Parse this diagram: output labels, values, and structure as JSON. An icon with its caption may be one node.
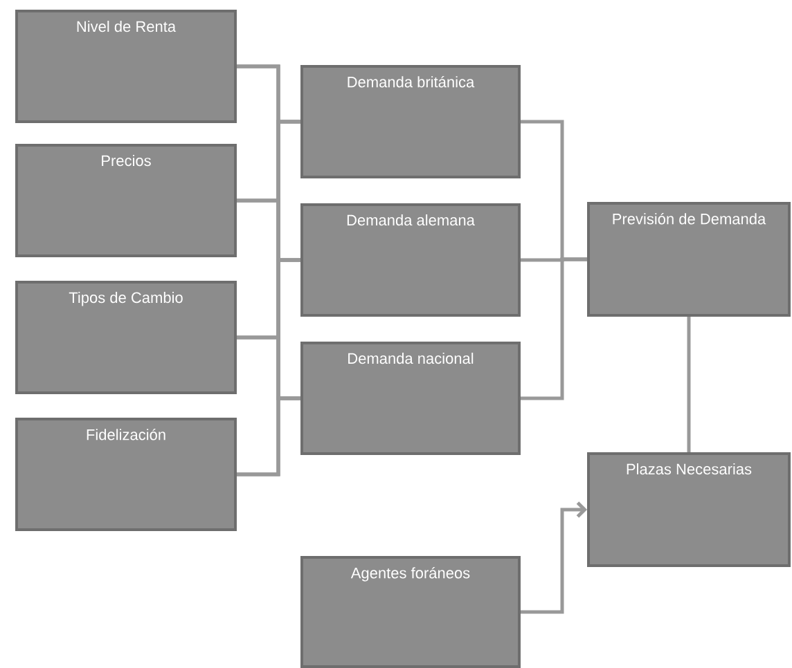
{
  "diagram": {
    "nodes": [
      {
        "text": [
          "Nivel de Renta"
        ]
      },
      {
        "text": [
          "Precios"
        ]
      },
      {
        "text": [
          "Tipos de Cambio"
        ]
      },
      {
        "text": [
          "Fidelización"
        ]
      },
      {
        "text": [
          "Demanda británica"
        ]
      },
      {
        "text": [
          "Demanda alemana"
        ]
      },
      {
        "text": [
          "Demanda nacional"
        ]
      },
      {
        "text": [
          "Previsión de Demanda"
        ]
      },
      {
        "text": [
          "Plazas Necesarias"
        ]
      },
      {
        "text": [
          "Agentes foráneos"
        ]
      }
    ],
    "edges": [
      {
        "from": 0,
        "to": 4,
        "arrow": "none"
      },
      {
        "from": 0,
        "to": 5,
        "arrow": "none"
      },
      {
        "from": 0,
        "to": 6,
        "arrow": "none"
      },
      {
        "from": 1,
        "to": 4,
        "arrow": "none"
      },
      {
        "from": 1,
        "to": 5,
        "arrow": "none"
      },
      {
        "from": 1,
        "to": 6,
        "arrow": "none"
      },
      {
        "from": 2,
        "to": 4,
        "arrow": "none"
      },
      {
        "from": 2,
        "to": 5,
        "arrow": "none"
      },
      {
        "from": 2,
        "to": 6,
        "arrow": "none"
      },
      {
        "from": 3,
        "to": 4,
        "arrow": "none"
      },
      {
        "from": 3,
        "to": 5,
        "arrow": "none"
      },
      {
        "from": 3,
        "to": 6,
        "arrow": "none"
      },
      {
        "from": 4,
        "to": 7,
        "arrow": "none"
      },
      {
        "from": 5,
        "to": 7,
        "arrow": "none"
      },
      {
        "from": 6,
        "to": 7,
        "arrow": "none"
      },
      {
        "from": 7,
        "to": 8,
        "arrow": "none"
      },
      {
        "from": 9,
        "to": 8,
        "arrow": "to"
      }
    ]
  }
}
